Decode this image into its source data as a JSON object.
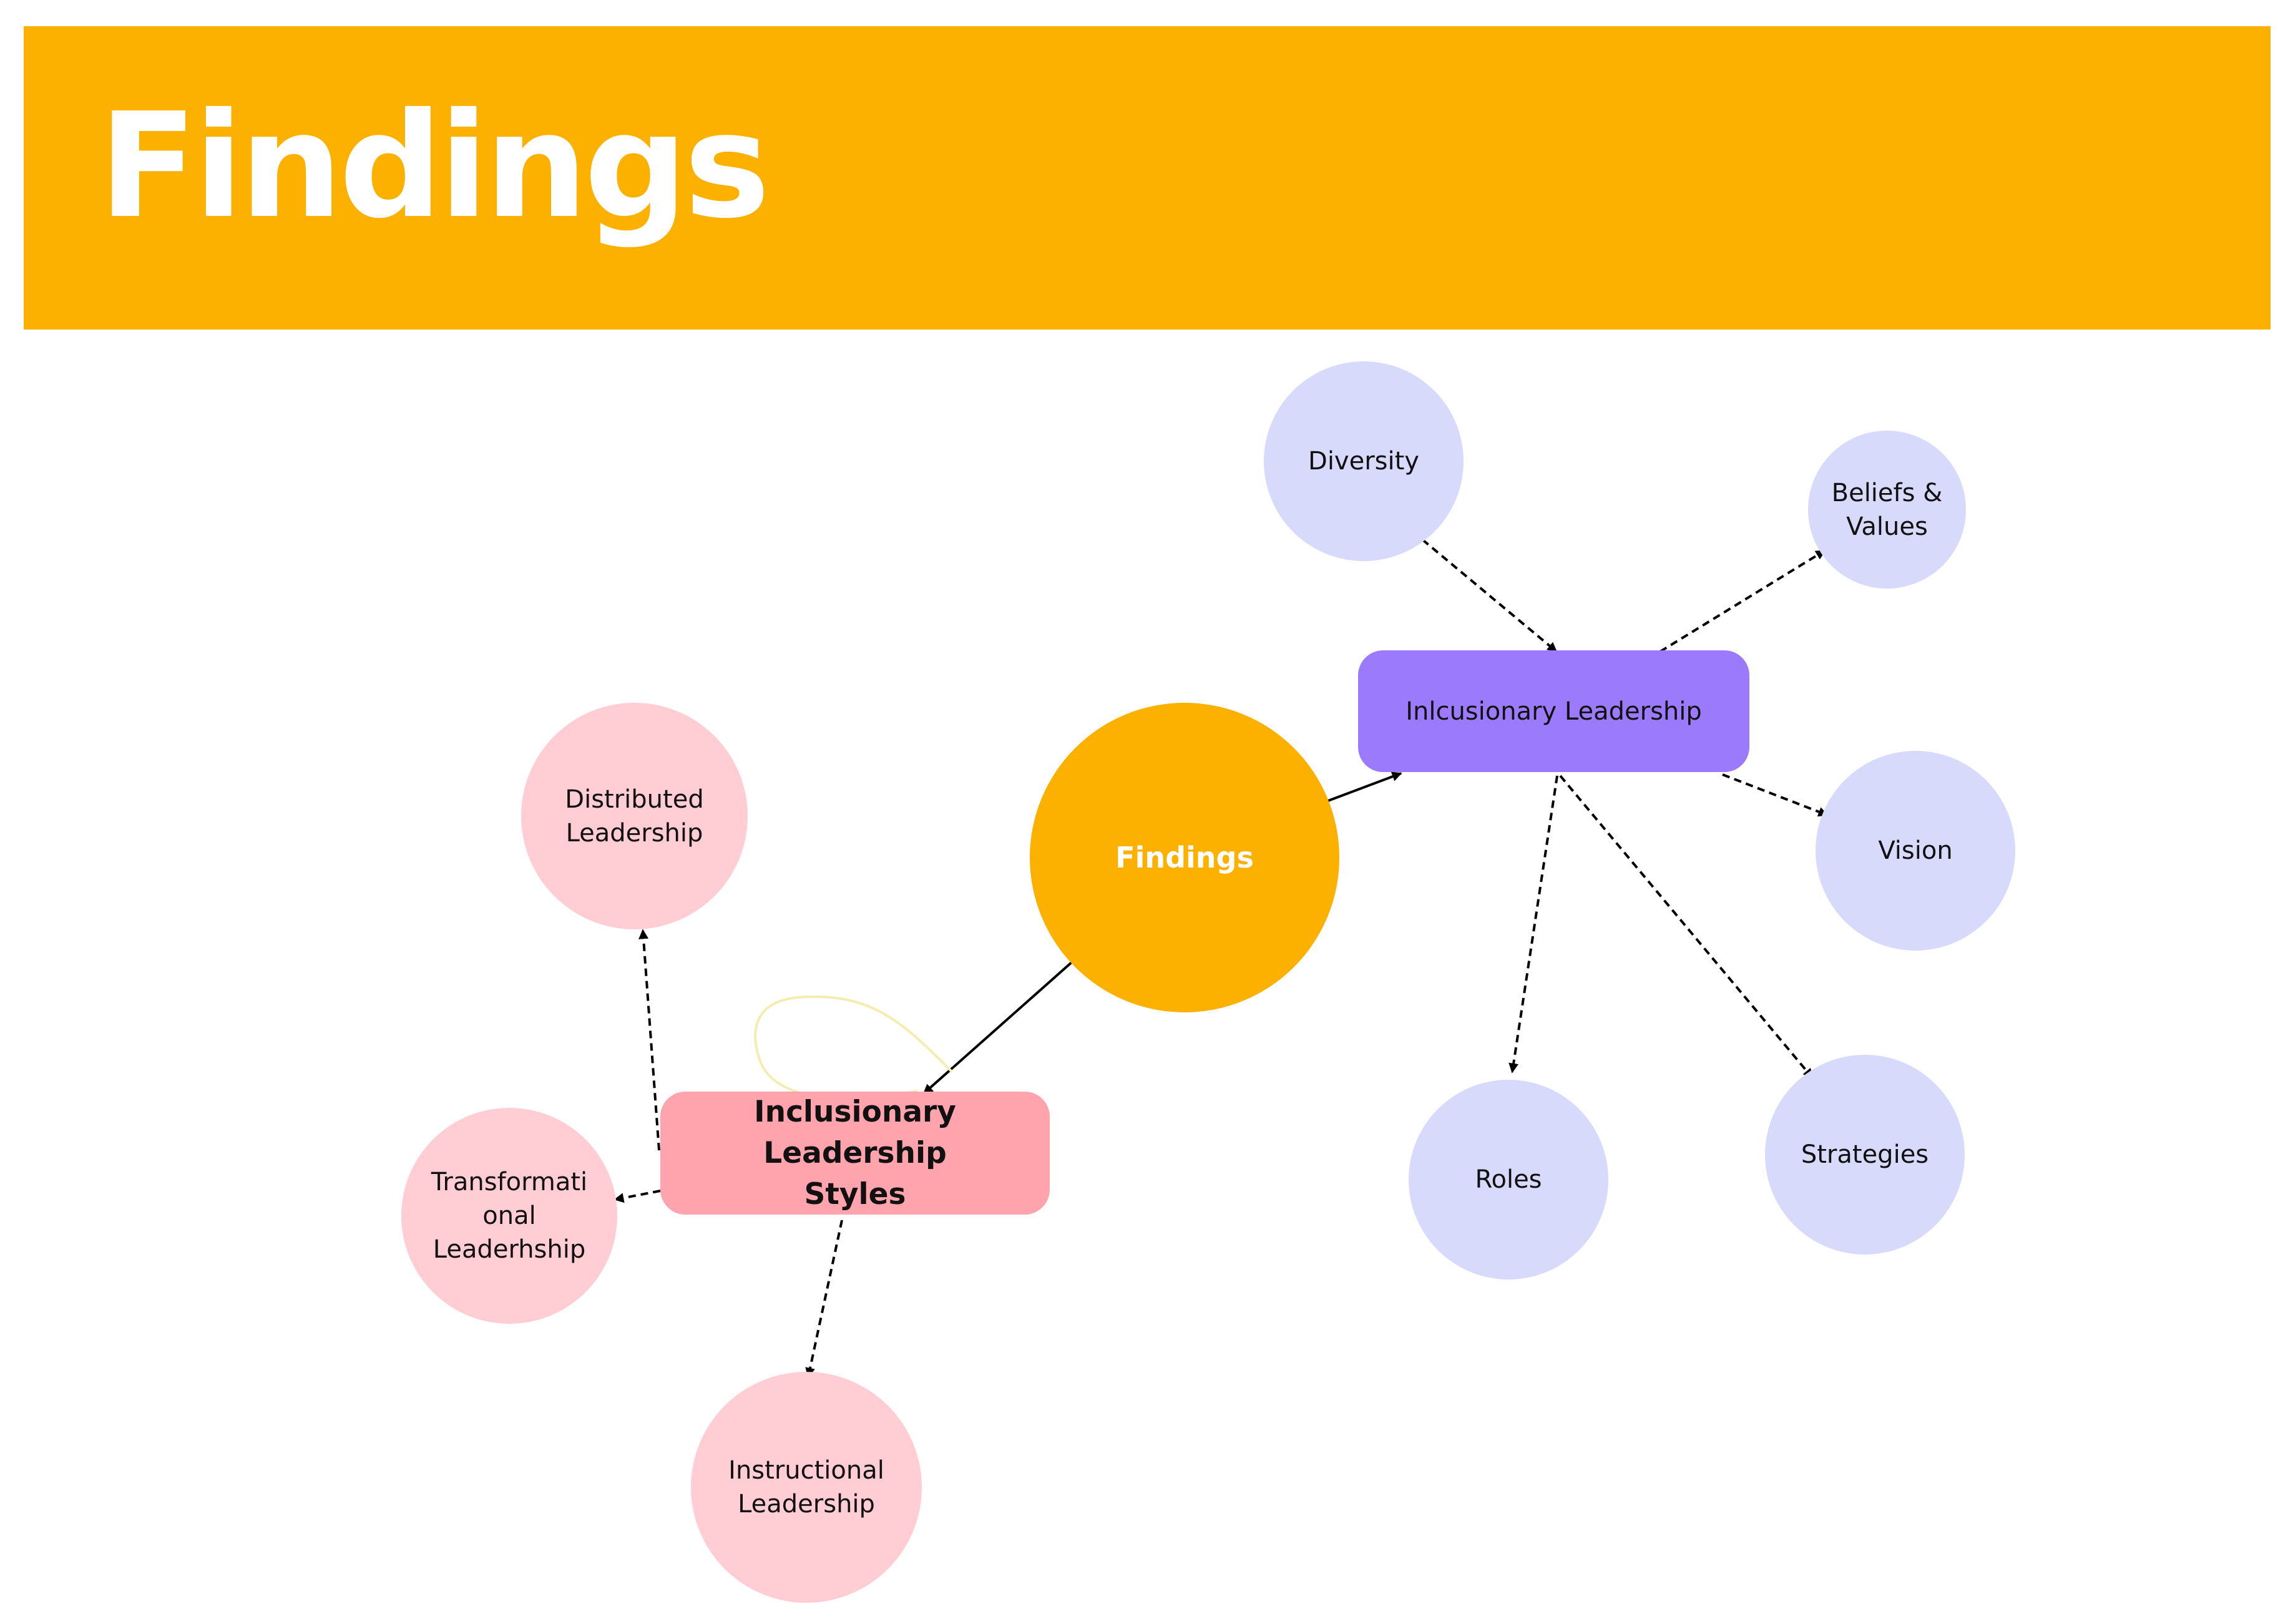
{
  "header": {
    "title": "Findings",
    "background_color": "#FCB100"
  },
  "diagram": {
    "core": {
      "label": "Findings",
      "color": "#FCB100"
    },
    "hub_right": {
      "label": "Inlcusionary Leadership",
      "color": "#9B7BFB",
      "children": [
        "Diversity",
        "Beliefs &\nValues",
        "Vision",
        "Roles",
        "Strategies"
      ],
      "child_color": "#D8DAFC"
    },
    "hub_left": {
      "label": "Inclusionary Leadership\nStyles",
      "color": "#FFA3AD",
      "children": [
        "Distributed\nLeadership",
        "Transformati\nonal\nLeaderhship",
        "Instructional\nLeadership"
      ],
      "child_color": "#FFCDD3"
    }
  }
}
